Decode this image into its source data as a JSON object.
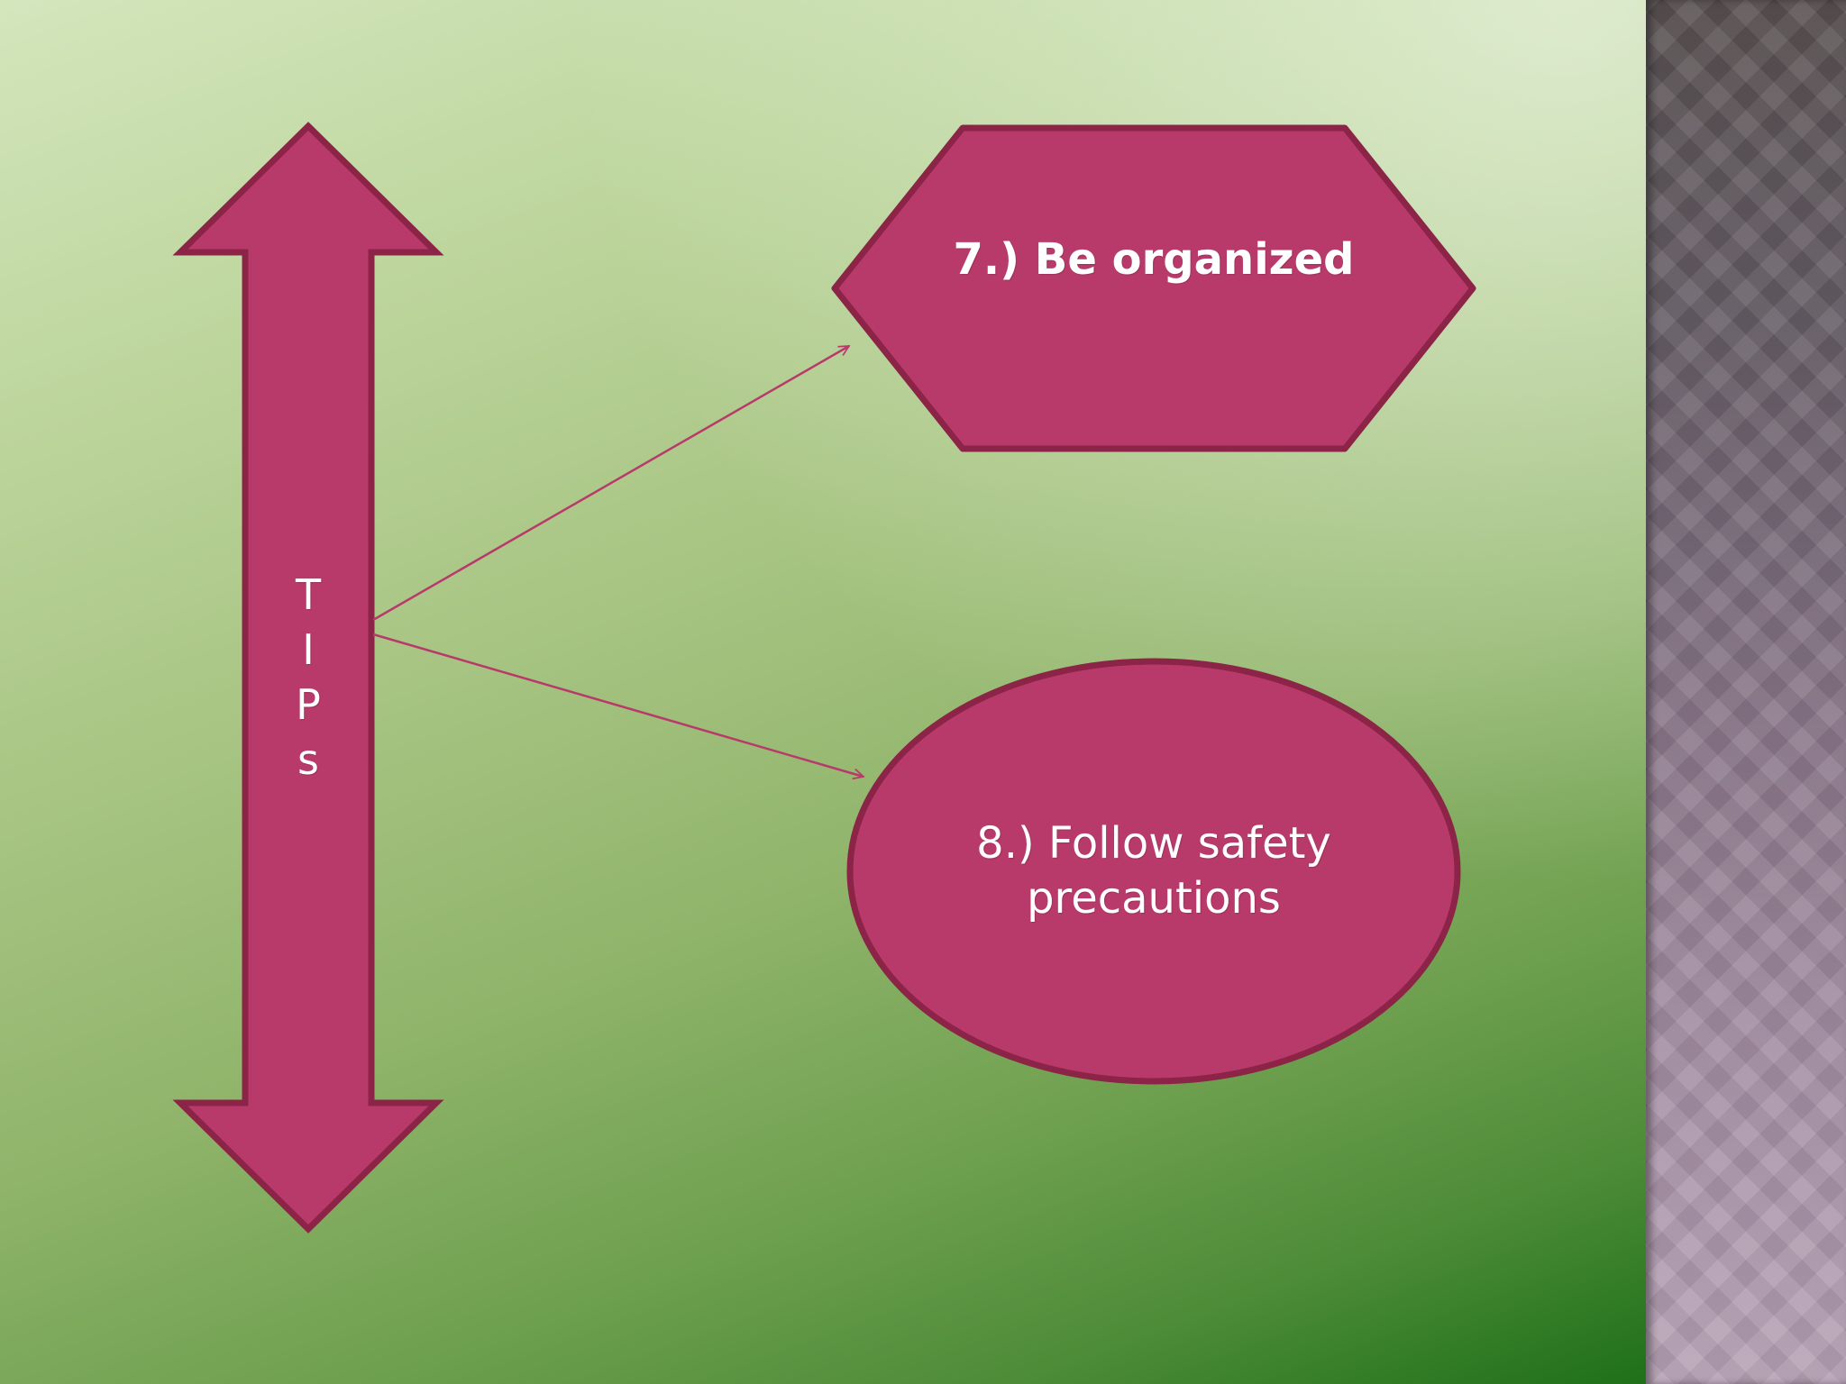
{
  "slide": {
    "background_color": "#9cbc74",
    "accent_color": "#b83a6a",
    "outline_color": "#8c2448",
    "side_strip_color": "#7a6a7c"
  },
  "arrow": {
    "letters": [
      "T",
      "I",
      "P",
      "s"
    ]
  },
  "tips": [
    {
      "text": "7.) Be organized",
      "shape": "hexagon"
    },
    {
      "text": "8.) Follow safety precautions",
      "shape": "ellipse"
    }
  ],
  "connectors": [
    {
      "from": "arrow",
      "to": "tips.0"
    },
    {
      "from": "arrow",
      "to": "tips.1"
    }
  ]
}
